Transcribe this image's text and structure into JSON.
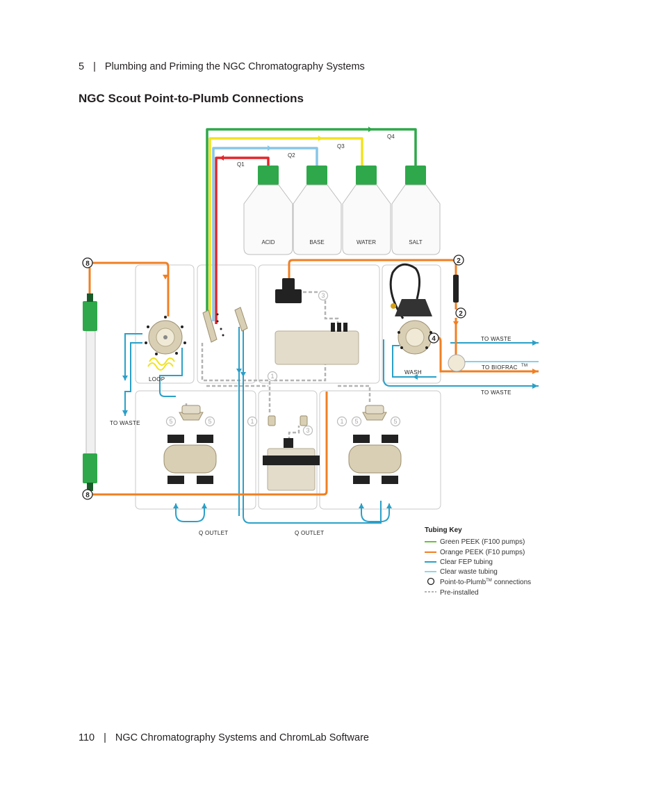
{
  "header": {
    "chapter_number": "5",
    "separator": "|",
    "chapter_title": "Plumbing and Priming the NGC Chromatography Systems"
  },
  "section_title": "NGC Scout Point-to-Plumb Connections",
  "diagram": {
    "bottles": [
      "ACID",
      "BASE",
      "WATER",
      "SALT"
    ],
    "lines": [
      "Q1",
      "Q2",
      "Q3",
      "Q4"
    ],
    "labels": {
      "loop": "LOOP",
      "wash": "WASH",
      "to_waste": "TO WASTE",
      "to_biofrac": "TO BIOFRAC",
      "tm": "TM",
      "q_outlet": "Q OUTLET"
    },
    "connection_numbers": [
      "1",
      "2",
      "3",
      "4",
      "5",
      "8"
    ],
    "tubing_key": {
      "title": "Tubing Key",
      "items": [
        {
          "label": "Green PEEK (F100 pumps)",
          "color": "#6abf3d"
        },
        {
          "label": "Orange PEEK (F10 pumps)",
          "color": "#f07f22"
        },
        {
          "label": "Clear FEP tubing",
          "color": "#2aa0c8"
        },
        {
          "label": "Clear waste tubing",
          "color": "#6cc6e4"
        },
        {
          "label": "Point-to-Plumb",
          "suffix": "connections",
          "tm": "TM",
          "icon": "circle"
        },
        {
          "label": "Pre-installed",
          "color": "#b3b3b3",
          "dashed": true
        }
      ]
    },
    "colors": {
      "green": "#2ea84a",
      "yellow": "#f2e21f",
      "light_blue": "#87c6e8",
      "red": "#e2262b",
      "orange": "#f07f22",
      "blue": "#2aa0c8",
      "waste_blue": "#5bc2e7",
      "grey": "#b3b3b3"
    }
  },
  "footer": {
    "page_number": "110",
    "separator": "|",
    "title": "NGC Chromatography Systems and ChromLab Software"
  }
}
